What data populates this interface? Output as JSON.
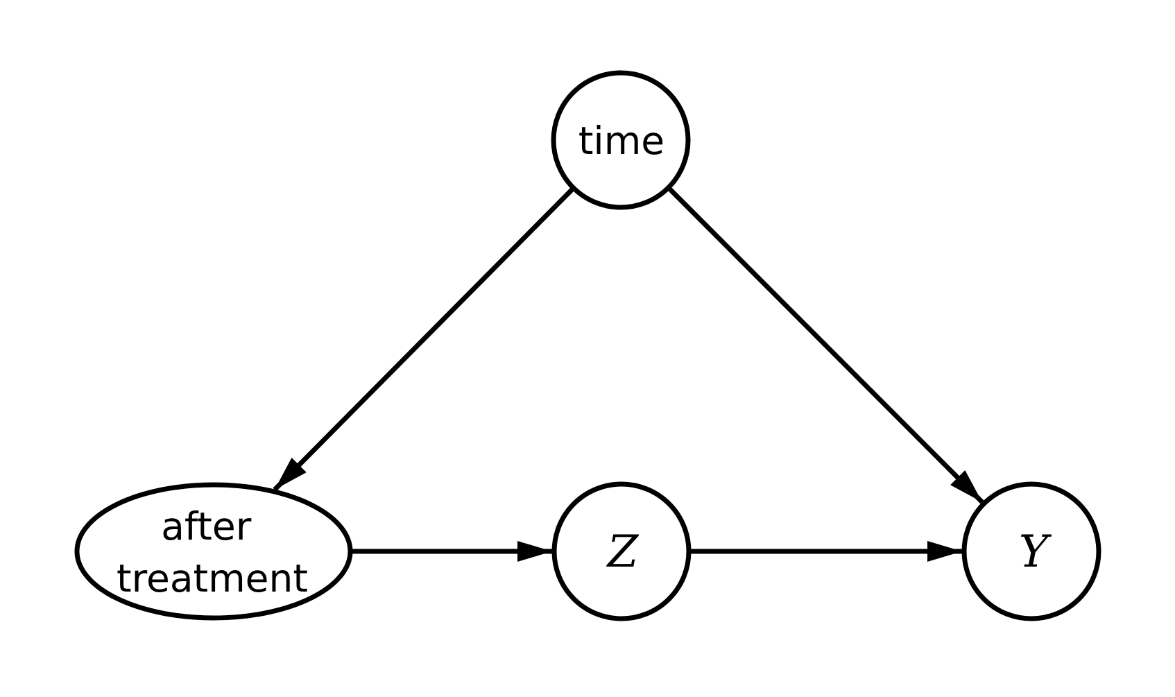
{
  "page": {
    "background_color": "#ffffff",
    "stroke_color": "#000000"
  },
  "diagram": {
    "type": "causal-dag",
    "nodes": [
      {
        "id": "time",
        "label": "time",
        "shape": "circle"
      },
      {
        "id": "after-treatment",
        "label_lines": [
          "after",
          "treatment"
        ],
        "shape": "ellipse"
      },
      {
        "id": "z",
        "label": "Z",
        "shape": "circle"
      },
      {
        "id": "y",
        "label": "Y",
        "shape": "circle"
      }
    ],
    "edges": [
      {
        "from": "time",
        "to": "after-treatment"
      },
      {
        "from": "time",
        "to": "y"
      },
      {
        "from": "after-treatment",
        "to": "z"
      },
      {
        "from": "z",
        "to": "y"
      }
    ]
  }
}
